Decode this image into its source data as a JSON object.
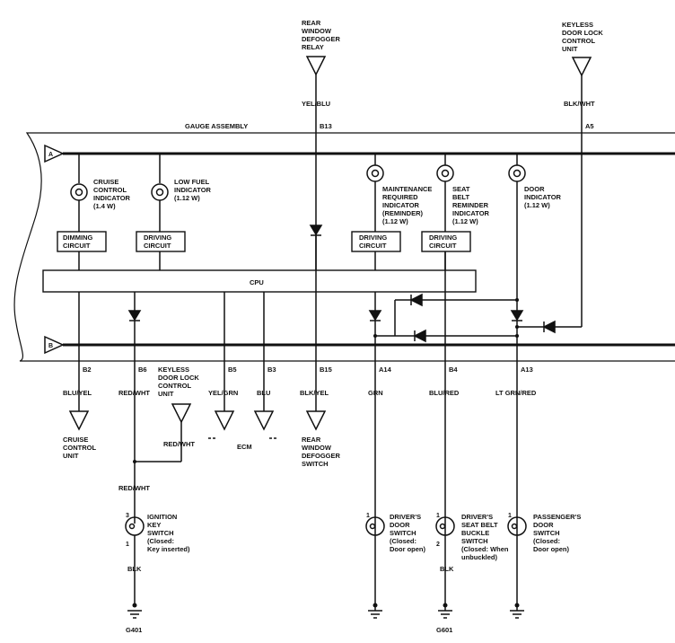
{
  "title_gauge": "GAUGE ASSEMBLY",
  "top": {
    "defogger_relay": [
      "REAR",
      "WINDOW",
      "DEFOGGER",
      "RELAY"
    ],
    "defogger_wire": "YEL/BLU",
    "defogger_pin": "B13",
    "keyless_unit": [
      "KEYLESS",
      "DOOR LOCK",
      "CONTROL",
      "UNIT"
    ],
    "keyless_wire": "BLK/WHT",
    "keyless_pin": "A5"
  },
  "buses": {
    "a": "A",
    "b": "B"
  },
  "indicators": {
    "cruise": [
      "CRUISE",
      "CONTROL",
      "INDICATOR",
      "(1.4 W)"
    ],
    "lowfuel": [
      "LOW FUEL",
      "INDICATOR",
      "(1.12 W)"
    ],
    "maint": [
      "MAINTENANCE",
      "REQUIRED",
      "INDICATOR",
      "(REMINDER)",
      "(1.12 W)"
    ],
    "seatbelt": [
      "SEAT",
      "BELT",
      "REMINDER",
      "INDICATOR",
      "(1.12 W)"
    ],
    "door": [
      "DOOR",
      "INDICATOR",
      "(1.12 W)"
    ]
  },
  "circuits": {
    "dimming": [
      "DIMMING",
      "CIRCUIT"
    ],
    "driving": [
      "DRIVING",
      "CIRCUIT"
    ]
  },
  "cpu": "CPU",
  "pins": {
    "b2": "B2",
    "b6": "B6",
    "b5": "B5",
    "b3": "B3",
    "b15": "B15",
    "a14": "A14",
    "b4": "B4",
    "a13": "A13"
  },
  "wires": {
    "blu_yel": "BLU/YEL",
    "red_wht": "RED/WHT",
    "yel_grn": "YEL/GRN",
    "blu": "BLU",
    "blk_yel": "BLK/YEL",
    "grn": "GRN",
    "blu_red": "BLU/RED",
    "lt_grn_red": "LT GRN/RED",
    "blk": "BLK"
  },
  "bottom": {
    "cruise_unit": [
      "CRUISE",
      "CONTROL",
      "UNIT"
    ],
    "keyless2": [
      "KEYLESS",
      "DOOR LOCK",
      "CONTROL",
      "UNIT"
    ],
    "ecm": "ECM",
    "defogger_switch": [
      "REAR",
      "WINDOW",
      "DEFOGGER",
      "SWITCH"
    ],
    "ignition": [
      "IGNITION",
      "KEY",
      "SWITCH",
      "(Closed:",
      "Key inserted)"
    ],
    "driver_door": [
      "DRIVER'S",
      "DOOR",
      "SWITCH",
      "(Closed:",
      "Door open)"
    ],
    "seatbelt_switch": [
      "DRIVER'S",
      "SEAT BELT",
      "BUCKLE",
      "SWITCH",
      "(Closed: When",
      "unbuckled)"
    ],
    "pass_door": [
      "PASSENGER'S",
      "DOOR",
      "SWITCH",
      "(Closed:",
      "Door open)"
    ],
    "pin1": "1",
    "pin2": "2",
    "pin3": "3",
    "g401": "G401",
    "g601": "G601"
  }
}
